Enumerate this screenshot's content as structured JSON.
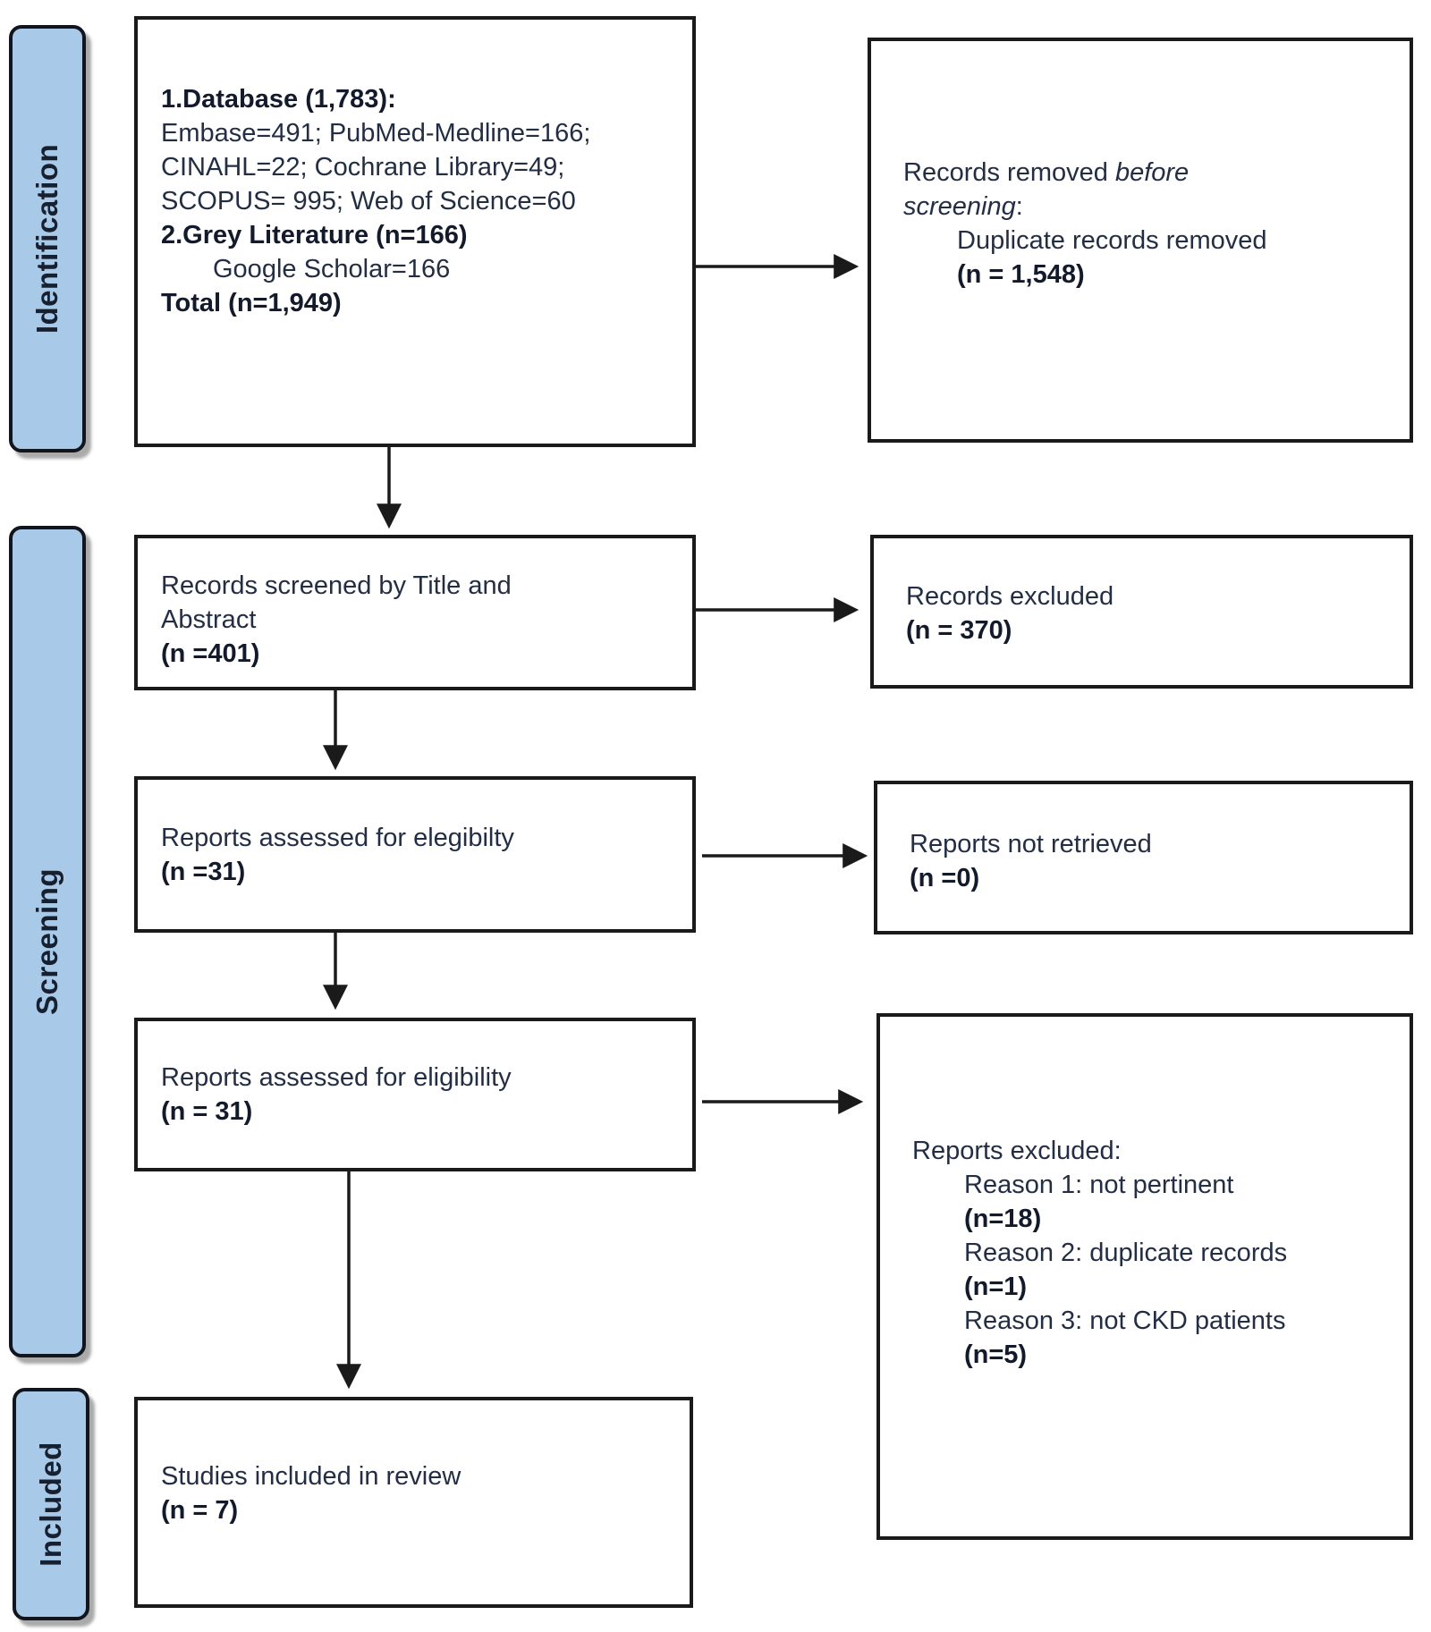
{
  "sidebar": {
    "stages": [
      {
        "label": "Identification"
      },
      {
        "label": "Screening"
      },
      {
        "label": "Included"
      }
    ]
  },
  "boxes": {
    "identification_sources": {
      "heading1": "1.Database (1,783):",
      "line1": "Embase=491; PubMed-Medline=166;",
      "line2": "CINAHL=22; Cochrane Library=49;",
      "line3": "SCOPUS= 995; Web of Science=60",
      "heading2": "2.Grey Literature (n=166)",
      "line4": "Google Scholar=166",
      "total": "Total (n=1,949)"
    },
    "records_removed": {
      "label_prefix": "Records removed ",
      "label_italic": "before screening",
      "label_suffix": ":",
      "detail": "Duplicate records removed",
      "count": "(n = 1,548)"
    },
    "records_screened": {
      "label": "Records screened by Title and Abstract",
      "count": "(n =401)"
    },
    "records_excluded": {
      "label": "Records excluded",
      "count": "(n = 370)"
    },
    "reports_assessed_first": {
      "label": "Reports assessed for elegibilty",
      "count": "(n =31)"
    },
    "reports_not_retrieved": {
      "label": "Reports not retrieved",
      "count": "(n =0)"
    },
    "reports_assessed_second": {
      "label": "Reports assessed for eligibility",
      "count": "(n = 31)"
    },
    "reports_excluded": {
      "heading": "Reports excluded:",
      "reasons": [
        {
          "label": "Reason 1: not pertinent",
          "count": "(n=18)"
        },
        {
          "label": "Reason 2: duplicate records",
          "count": "(n=1)"
        },
        {
          "label": "Reason 3: not CKD patients",
          "count": "(n=5)"
        }
      ]
    },
    "studies_included": {
      "label": "Studies included in review",
      "count": "(n = 7)"
    }
  },
  "colors": {
    "stage_fill": "#a9c9e9",
    "stage_border": "#12151d",
    "box_border": "#1a1a1a",
    "text": "#232e45"
  }
}
